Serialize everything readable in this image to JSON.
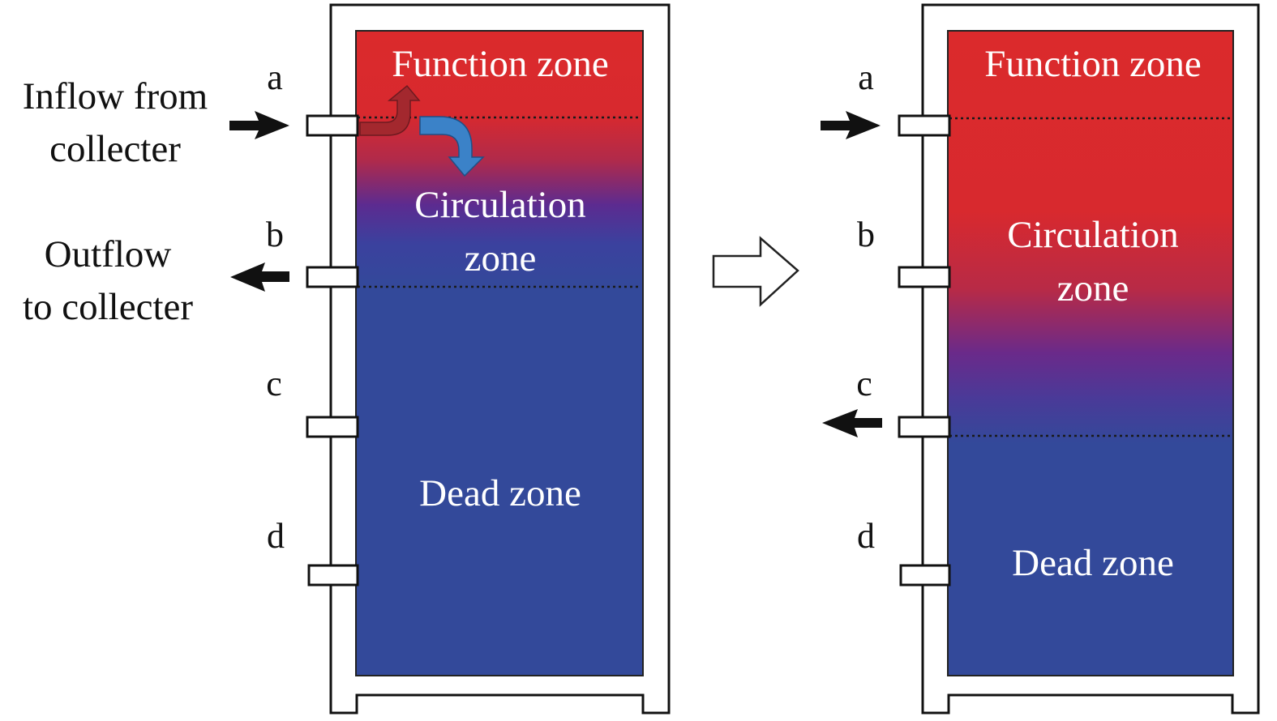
{
  "colors": {
    "hot": "#db2a2c",
    "cold": "#33499a",
    "mid": "#5a2a92",
    "frame": "#111111"
  },
  "left_tank": {
    "port_labels": [
      "a",
      "b",
      "c",
      "d"
    ],
    "zones": {
      "function": "Function zone",
      "circulation_line1": "Circulation",
      "circulation_line2": "zone",
      "dead": "Dead zone"
    },
    "inflow_line1": "Inflow from",
    "inflow_line2": "collecter",
    "outflow_line1": "Outflow",
    "outflow_line2": "to collecter"
  },
  "right_tank": {
    "port_labels": [
      "a",
      "b",
      "c",
      "d"
    ],
    "zones": {
      "function": "Function zone",
      "circulation_line1": "Circulation",
      "circulation_line2": "zone",
      "dead": "Dead zone"
    }
  },
  "icons": {
    "transition": "hollow-right-arrow-icon",
    "inflow": "right-arrow-icon",
    "outflow": "left-arrow-icon",
    "rise": "up-curved-arrow-icon",
    "fall": "down-curved-arrow-icon"
  }
}
